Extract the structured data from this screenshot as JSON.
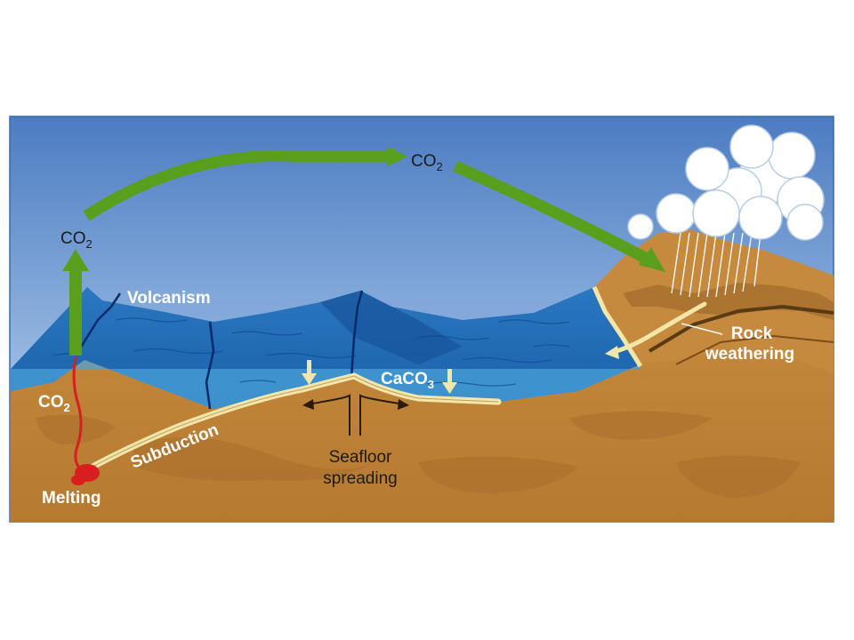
{
  "labels": {
    "volcanism": "Volcanism",
    "co2_rising": "CO",
    "co2_top": "CO",
    "co2_mantle": "CO",
    "sub_2": "2",
    "sub_3": "3",
    "melting": "Melting",
    "subduction": "Subduction",
    "caco3": "CaCO",
    "seafloor_line1": "Seafloor",
    "seafloor_line2": "spreading",
    "rock_line1": "Rock",
    "rock_line2": "weathering"
  },
  "colors": {
    "sky_top": "#4f7fc4",
    "sky_bottom": "#c9dcef",
    "ocean": "#1f6fb8",
    "earth": "#c0853a",
    "earth_dark": "#8a5a24",
    "green_arrow": "#5a9e1e",
    "sediment": "#f3e6a8",
    "magma": "#d81e1e"
  }
}
